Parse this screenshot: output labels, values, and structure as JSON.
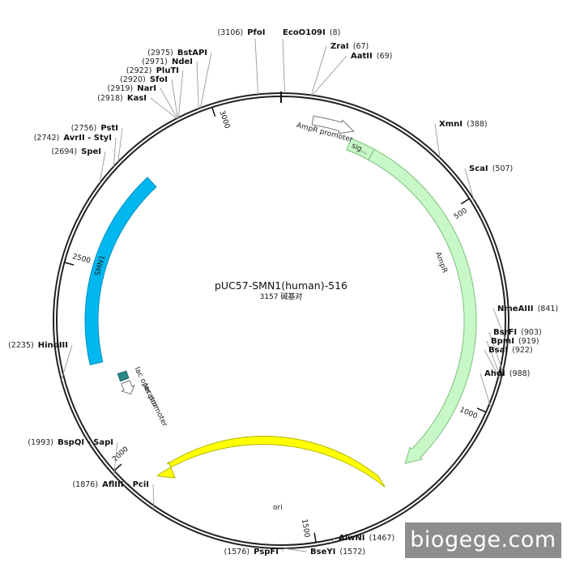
{
  "plasmid": {
    "name": "pUC57-SMN1(human)-516",
    "length_label": "3157 碱基对",
    "length_bp": 3157
  },
  "sites": [
    {
      "name": "PfoI",
      "pos": "(3106)",
      "bp": 3106
    },
    {
      "name": "EcoO109I",
      "pos": "(8)",
      "bp": 8
    },
    {
      "name": "ZraI",
      "pos": "(67)",
      "bp": 67
    },
    {
      "name": "AatII",
      "pos": "(69)",
      "bp": 69
    },
    {
      "name": "XmnI",
      "pos": "(388)",
      "bp": 388
    },
    {
      "name": "ScaI",
      "pos": "(507)",
      "bp": 507
    },
    {
      "name": "NmeAIII",
      "pos": "(841)",
      "bp": 841
    },
    {
      "name": "BsrFI",
      "pos": "(903)",
      "bp": 903
    },
    {
      "name": "BpmI",
      "pos": "(919)",
      "bp": 919
    },
    {
      "name": "BsaI",
      "pos": "(922)",
      "bp": 922
    },
    {
      "name": "AhdI",
      "pos": "(988)",
      "bp": 988
    },
    {
      "name": "AlwNI",
      "pos": "(1467)",
      "bp": 1467
    },
    {
      "name": "BseYI",
      "pos": "(1572)",
      "bp": 1572
    },
    {
      "name": "PspFI",
      "pos": "(1576)",
      "bp": 1576
    },
    {
      "name": "AflIII - PciI",
      "pos": "(1876)",
      "bp": 1876
    },
    {
      "name": "BspQI - SapI",
      "pos": "(1993)",
      "bp": 1993
    },
    {
      "name": "HindIII",
      "pos": "(2235)",
      "bp": 2235
    },
    {
      "name": "SpeI",
      "pos": "(2694)",
      "bp": 2694
    },
    {
      "name": "AvrII - StyI",
      "pos": "(2742)",
      "bp": 2742
    },
    {
      "name": "PstI",
      "pos": "(2756)",
      "bp": 2756
    },
    {
      "name": "KasI",
      "pos": "(2918)",
      "bp": 2918
    },
    {
      "name": "NarI",
      "pos": "(2919)",
      "bp": 2919
    },
    {
      "name": "SfoI",
      "pos": "(2920)",
      "bp": 2920
    },
    {
      "name": "PluTI",
      "pos": "(2922)",
      "bp": 2922
    },
    {
      "name": "NdeI",
      "pos": "(2971)",
      "bp": 2971
    },
    {
      "name": "BstAPI",
      "pos": "(2975)",
      "bp": 2975
    }
  ],
  "ticks": [
    {
      "label": "500",
      "bp": 500
    },
    {
      "label": "1000",
      "bp": 1000
    },
    {
      "label": "1500",
      "bp": 1500
    },
    {
      "label": "2000",
      "bp": 2000
    },
    {
      "label": "2500",
      "bp": 2500
    },
    {
      "label": "3000",
      "bp": 3000
    }
  ],
  "features": {
    "ampr": {
      "label": "AmpR",
      "color": "#c8f7c8",
      "stroke": "#7fbf7f"
    },
    "sig": {
      "label": "sig...",
      "color": "#c8f7c8",
      "stroke": "#7fbf7f"
    },
    "ampr_promoter": {
      "label": "AmpR promoter",
      "color": "#ffffff",
      "stroke": "#777777"
    },
    "ori": {
      "label": "ori",
      "color": "#ffff00",
      "stroke": "#b5b500"
    },
    "smn1": {
      "label": "SMN1",
      "color": "#00b7ef",
      "stroke": "#0090c0"
    },
    "lac_operator": {
      "label": "lac operator",
      "color": "#2a8a8a",
      "stroke": "#1d6060"
    },
    "lac_promoter": {
      "label": "lac promoter",
      "color": "#ffffff",
      "stroke": "#777777"
    }
  },
  "watermark": "biogege.com"
}
